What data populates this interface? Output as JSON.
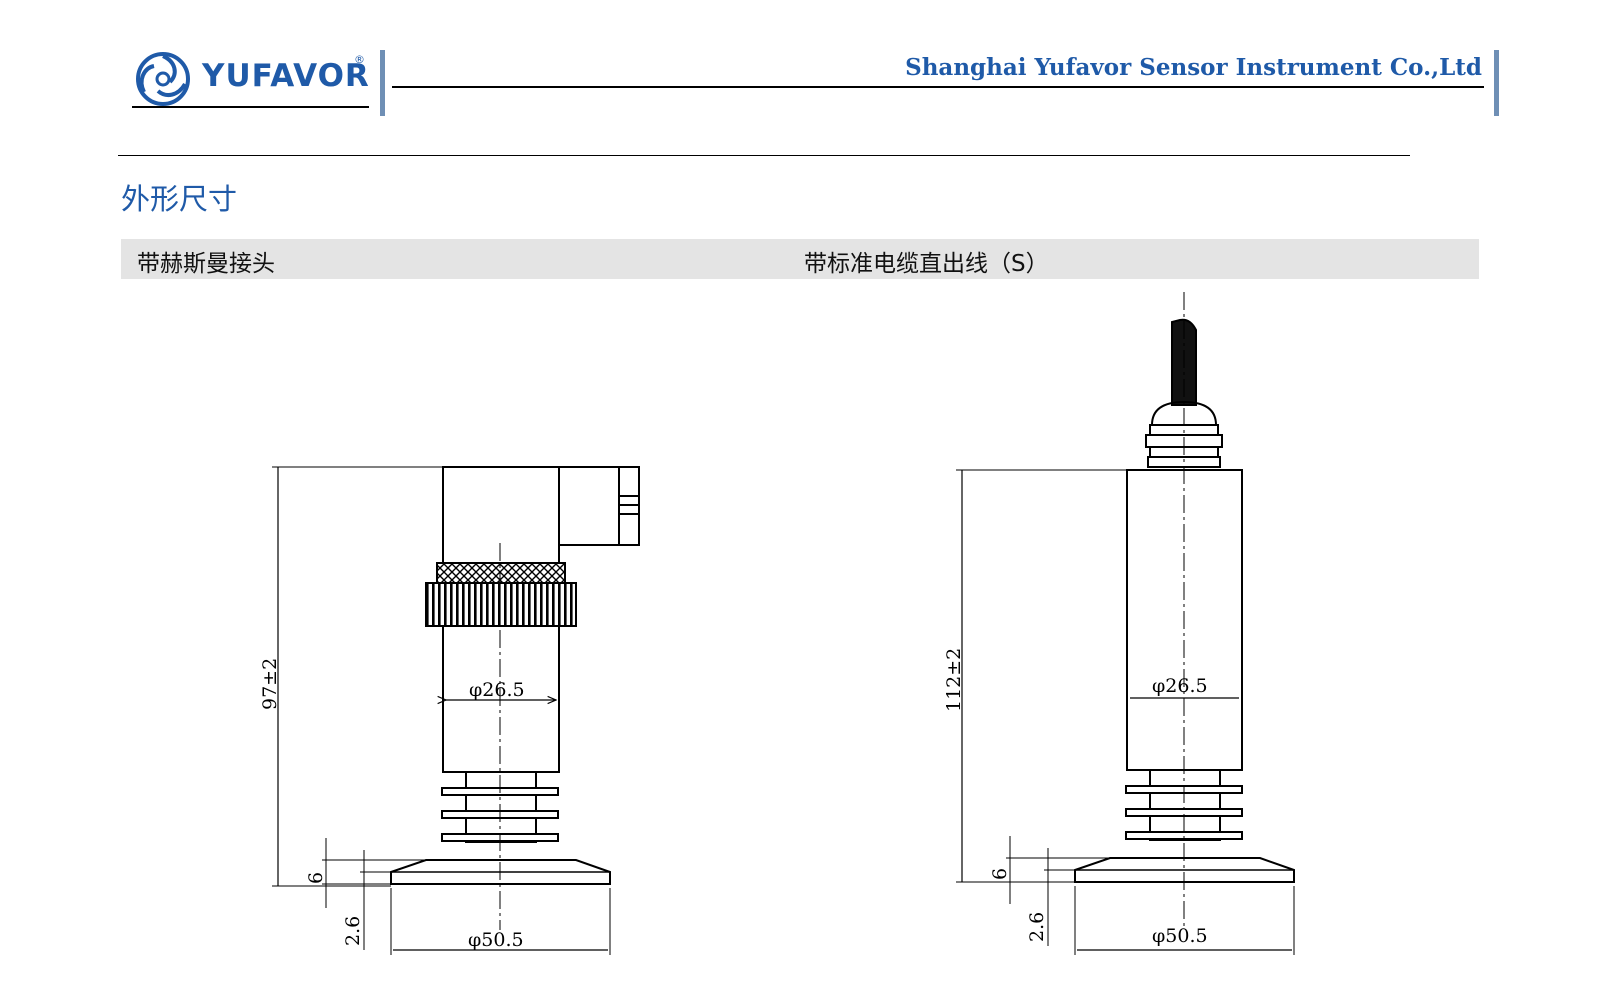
{
  "header": {
    "brand": "YUFAVOR",
    "brand_mark": "®",
    "company": "Shanghai Yufavor Sensor Instrument Co.,Ltd",
    "logo_icon": "yufavor-swirl-logo-icon"
  },
  "section": {
    "title": "外形尺寸"
  },
  "variants": [
    {
      "label": "带赫斯曼接头",
      "height_dim": "97±2",
      "body_diameter": "φ26.5",
      "flange_diameter": "φ50.5",
      "flange_thickness": "6",
      "flange_step": "2.6"
    },
    {
      "label": "带标准电缆直出线（S）",
      "height_dim": "112±2",
      "body_diameter": "φ26.5",
      "flange_diameter": "φ50.5",
      "flange_thickness": "6",
      "flange_step": "2.6"
    }
  ],
  "colors": {
    "brand_blue": "#1f5aa8",
    "accent_bar": "#6f8fb5",
    "banner_gray": "#e4e4e4"
  }
}
